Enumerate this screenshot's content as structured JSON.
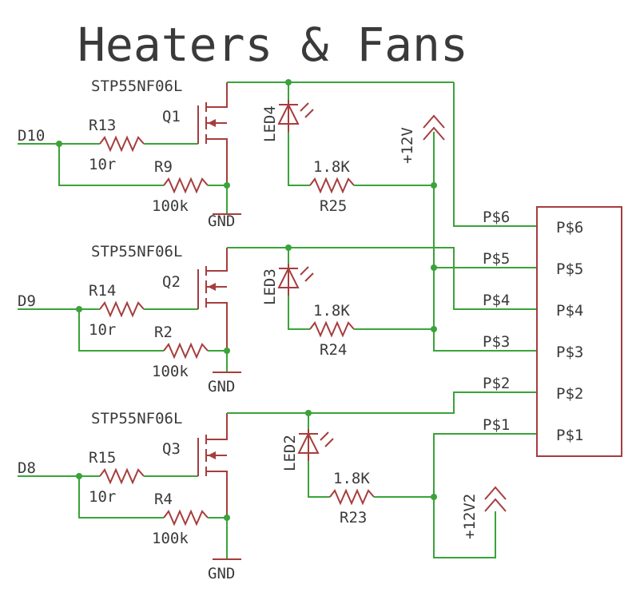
{
  "title": "Heaters & Fans",
  "transistor_model": "STP55NF06L",
  "ground_label": "GND",
  "led_resistor_value": "1.8K",
  "channels": [
    {
      "input": "D10",
      "gate_resistor": "R13",
      "gate_value": "10r",
      "pulldown": "R9",
      "pulldown_value": "100k",
      "transistor": "Q1",
      "led": "LED4",
      "led_resistor": "R25"
    },
    {
      "input": "D9",
      "gate_resistor": "R14",
      "gate_value": "10r",
      "pulldown": "R2",
      "pulldown_value": "100k",
      "transistor": "Q2",
      "led": "LED3",
      "led_resistor": "R24"
    },
    {
      "input": "D8",
      "gate_resistor": "R15",
      "gate_value": "10r",
      "pulldown": "R4",
      "pulldown_value": "100k",
      "transistor": "Q3",
      "led": "LED2",
      "led_resistor": "R23"
    }
  ],
  "supply_labels": [
    "+12V",
    "+12V2"
  ],
  "connector_pins": [
    "P$6",
    "P$5",
    "P$4",
    "P$3",
    "P$2",
    "P$1"
  ],
  "colors": {
    "wire": "#3aa33a",
    "part": "#a63d3d",
    "text": "#3a3a3a"
  }
}
